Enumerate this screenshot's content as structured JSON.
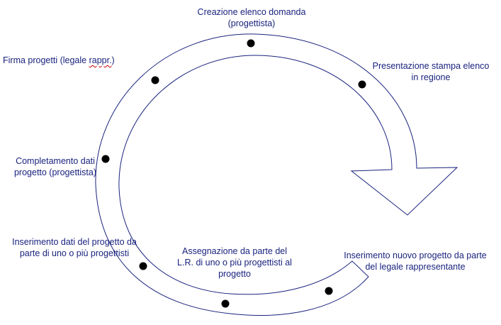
{
  "steps": [
    {
      "line1": "Creazione elenco domanda",
      "line2": "(progettista)"
    },
    {
      "line1": "Presentazione stampa elenco",
      "line2": "in regione"
    },
    {
      "line1": "Inserimento nuovo progetto da parte",
      "line2": "del legale rappresentante"
    },
    {
      "line1": "Assegnazione da parte del",
      "line2": "L.R. di uno o più progettisti al",
      "line3": "progetto"
    },
    {
      "line1": "Inserimento dati del progetto da",
      "line2": "parte di uno o più progettisti"
    },
    {
      "line1": "Completamento dati",
      "line2": "progetto (progettista)"
    },
    {
      "line1_pre": "Firma progetti (legale ",
      "line1_flag": "rappr.",
      "line1_post": ")"
    }
  ],
  "colors": {
    "text": "#1a237e",
    "outline": "#1a237e",
    "dot": "#000000"
  }
}
